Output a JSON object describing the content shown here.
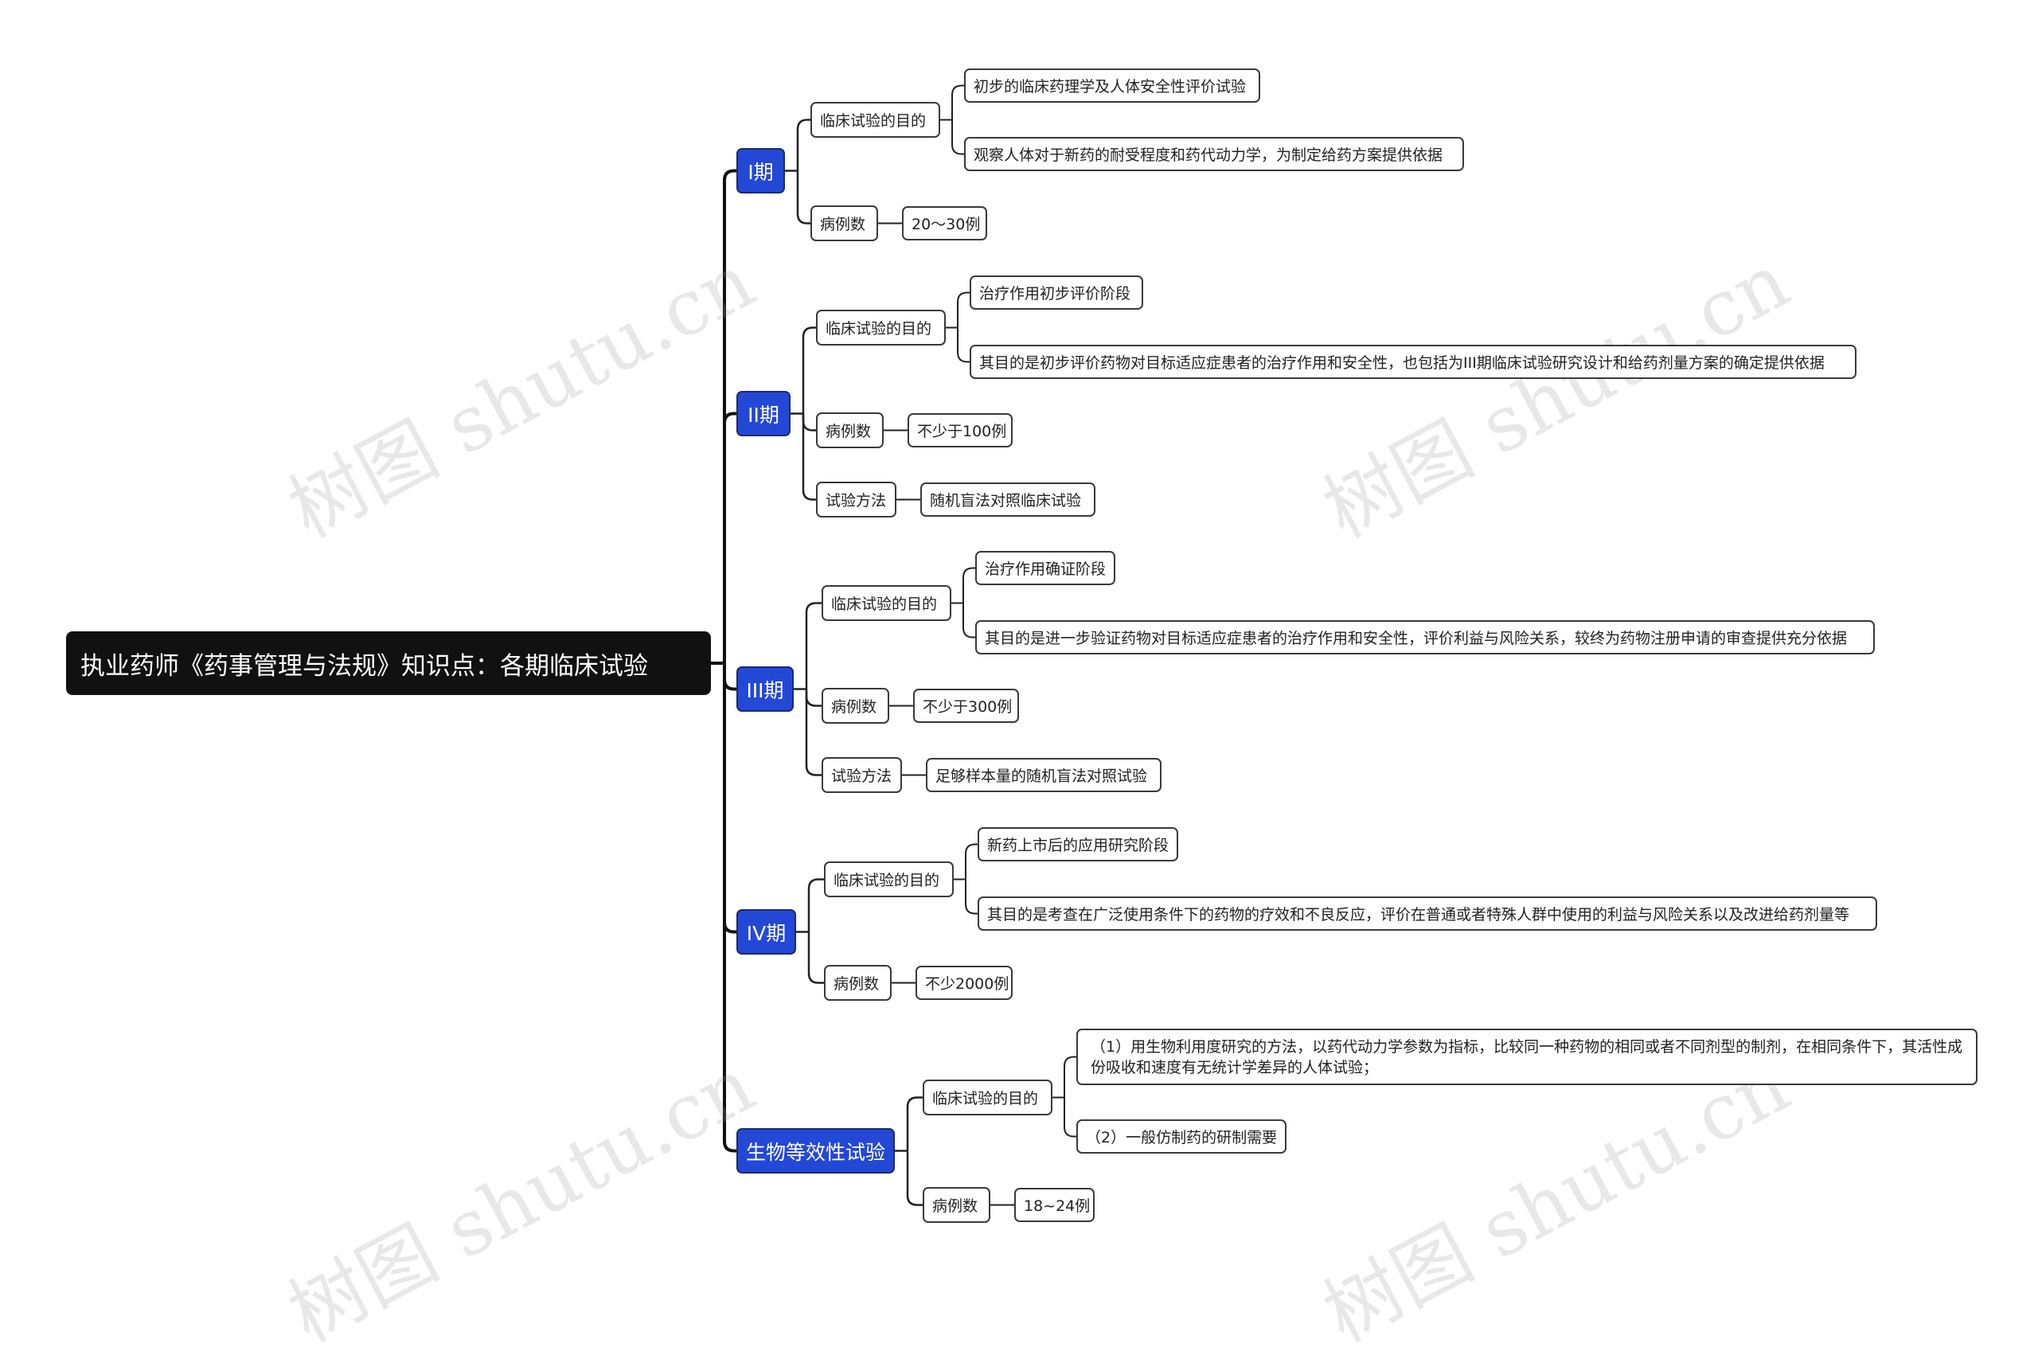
{
  "root": "执业药师《药事管理与法规》知识点：各期临床试验",
  "watermark": "树图 shutu.cn",
  "phases": [
    {
      "label": "I期",
      "groups": [
        {
          "label": "临床试验的目的",
          "items": [
            "初步的临床药理学及人体安全性评价试验",
            "观察人体对于新药的耐受程度和药代动力学，为制定给药方案提供依据"
          ]
        },
        {
          "label": "病例数",
          "items": [
            "20～30例"
          ]
        }
      ]
    },
    {
      "label": "II期",
      "groups": [
        {
          "label": "临床试验的目的",
          "items": [
            "治疗作用初步评价阶段",
            "其目的是初步评价药物对目标适应症患者的治疗作用和安全性，也包括为III期临床试验研究设计和给药剂量方案的确定提供依据"
          ]
        },
        {
          "label": "病例数",
          "items": [
            "不少于100例"
          ]
        },
        {
          "label": "试验方法",
          "items": [
            "随机盲法对照临床试验"
          ]
        }
      ]
    },
    {
      "label": "III期",
      "groups": [
        {
          "label": "临床试验的目的",
          "items": [
            "治疗作用确证阶段",
            "其目的是进一步验证药物对目标适应症患者的治疗作用和安全性，评价利益与风险关系，较终为药物注册申请的审查提供充分依据"
          ]
        },
        {
          "label": "病例数",
          "items": [
            "不少于300例"
          ]
        },
        {
          "label": "试验方法",
          "items": [
            "足够样本量的随机盲法对照试验"
          ]
        }
      ]
    },
    {
      "label": "IV期",
      "groups": [
        {
          "label": "临床试验的目的",
          "items": [
            "新药上市后的应用研究阶段",
            "其目的是考查在广泛使用条件下的药物的疗效和不良反应，评价在普通或者特殊人群中使用的利益与风险关系以及改进给药剂量等"
          ]
        },
        {
          "label": "病例数",
          "items": [
            "不少2000例"
          ]
        }
      ]
    },
    {
      "label": "生物等效性试验",
      "groups": [
        {
          "label": "临床试验的目的",
          "items": [
            "（1）用生物利用度研究的方法，以药代动力学参数为指标，比较同一种药物的相同或者不同剂型的制剂，在相同条件下，其活性成份吸收和速度有无统计学差异的人体试验；",
            "（2）一般仿制药的研制需要"
          ]
        },
        {
          "label": "病例数",
          "items": [
            "18~24例"
          ]
        }
      ]
    }
  ]
}
